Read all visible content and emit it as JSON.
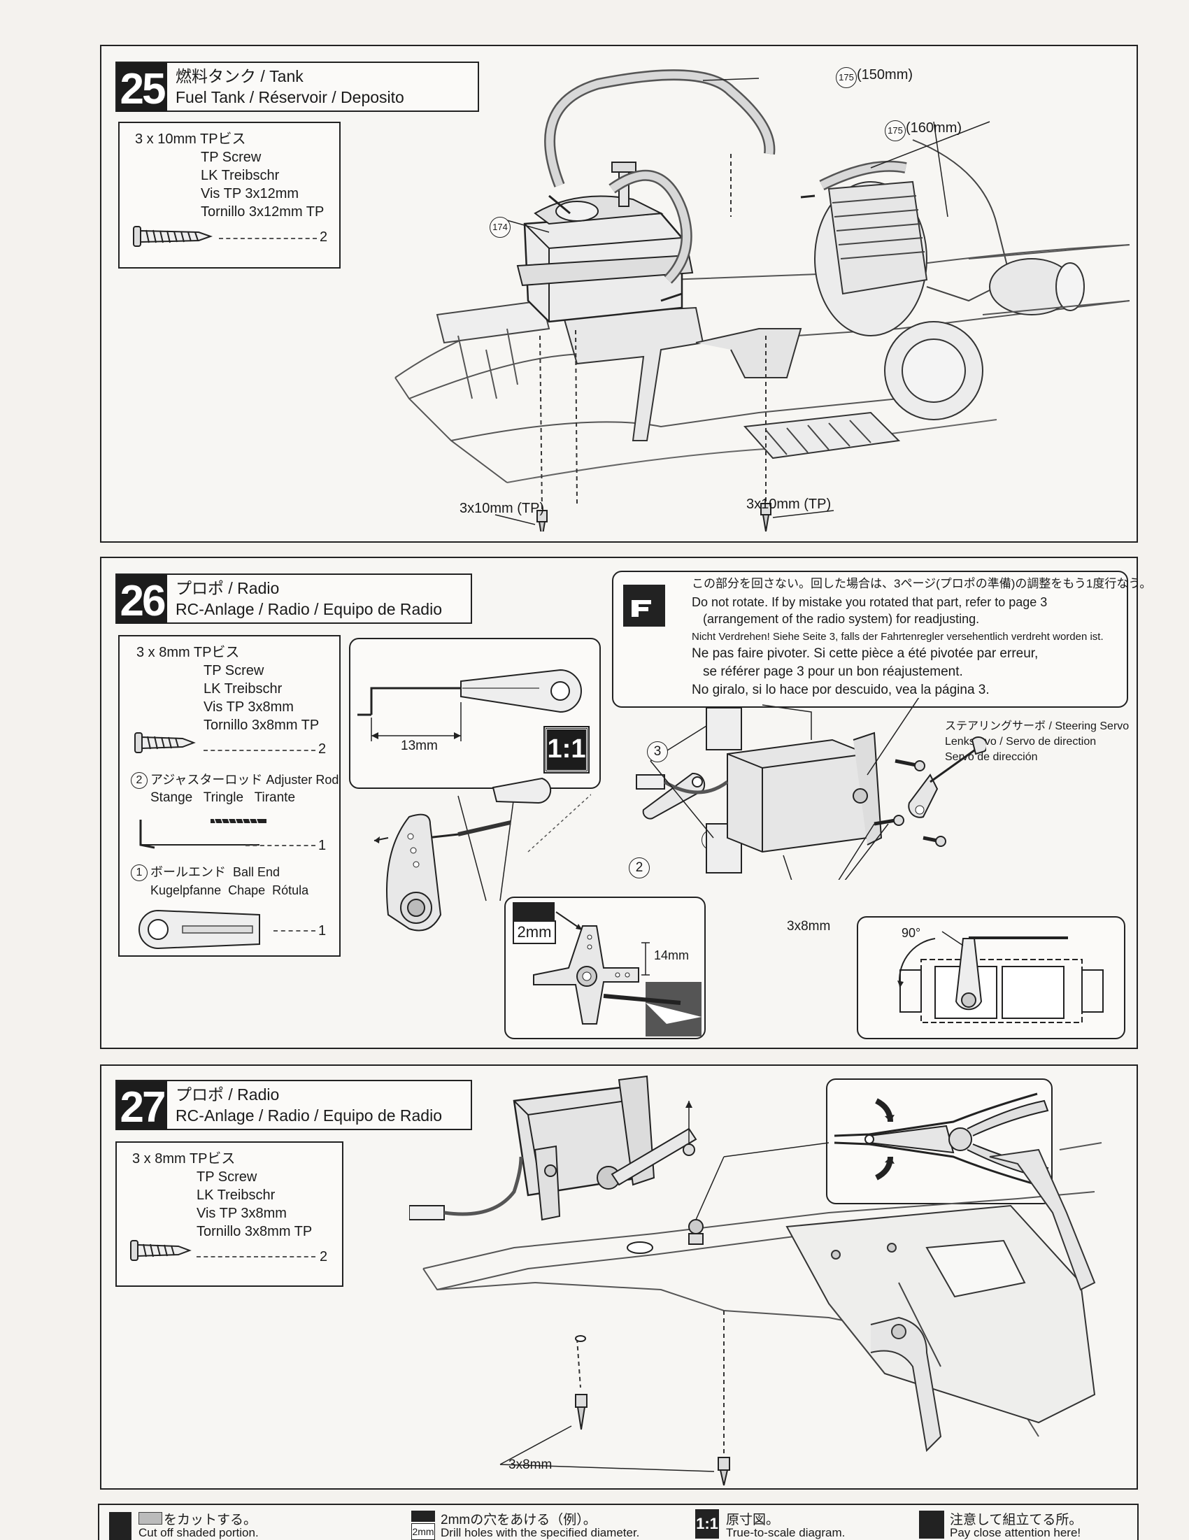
{
  "step25": {
    "number": "25",
    "title_jp": "燃料タンク / Tank",
    "title_multi": "Fuel Tank / Réservoir / Deposito",
    "parts": {
      "size": "3 x 10mm TPビス",
      "names": [
        "TP Screw",
        "LK Treibschr",
        "Vis TP 3x12mm",
        "Tornillo 3x12mm TP"
      ],
      "qty": "2"
    },
    "callouts": {
      "part174": "174",
      "tube150_num": "175",
      "tube150": "(150mm)",
      "tube160_num": "175",
      "tube160": "(160mm)",
      "screw_left": "3x10mm (TP)",
      "screw_right": "3x10mm (TP)"
    }
  },
  "step26": {
    "number": "26",
    "title_jp": "プロポ / Radio",
    "title_multi": "RC-Anlage / Radio / Equipo de Radio",
    "parts": {
      "size": "3 x 8mm TPビス",
      "names": [
        "TP Screw",
        "LK Treibschr",
        "Vis TP 3x8mm",
        "Tornillo 3x8mm TP"
      ],
      "qty": "2",
      "rod_num": "2",
      "rod_title": "アジャスターロッド  Adjuster Rod",
      "rod_names": "Stange   Tringle   Tirante",
      "rod_qty": "1",
      "ball_num": "1",
      "ball_title": "ボールエンド  Ball End",
      "ball_names": "Kugelpfanne  Chape  Rótula",
      "ball_qty": "1"
    },
    "warning": {
      "jp": "この部分を回さない。回した場合は、3ページ(プロポの準備)の調整をもう1度行なう。",
      "en1": "Do not rotate. If by mistake you rotated that part, refer to page 3",
      "en2": "(arrangement of the radio system) for readjusting.",
      "de": "Nicht Verdrehen! Siehe Seite 3, falls der Fahrtenregler versehentlich verdreht worden ist.",
      "fr1": "Ne pas faire pivoter. Si cette pièce a été pivotée par erreur,",
      "fr2": "se référer page 3 pour un bon réajustement.",
      "es": "No giralo, si lo hace por descuido, vea la página 3."
    },
    "servo_label": {
      "l1": "ステアリングサーボ / Steering Servo",
      "l2": "Lenkservo / Servo de direction",
      "l3": "Servo de dirección"
    },
    "dims": {
      "rod_len": "13mm",
      "scale": "1:1",
      "drill": "2mm",
      "horn_hole": "14mm",
      "screws": "3x8mm",
      "angle": "90°"
    },
    "callouts": {
      "c1": "1",
      "c2": "2",
      "c3": "3"
    }
  },
  "step27": {
    "number": "27",
    "title_jp": "プロポ / Radio",
    "title_multi": "RC-Anlage / Radio / Equipo de Radio",
    "parts": {
      "size": "3 x 8mm TPビス",
      "names": [
        "TP Screw",
        "LK Treibschr",
        "Vis TP 3x8mm",
        "Tornillo 3x8mm TP"
      ],
      "qty": "2"
    },
    "callouts": {
      "screws": "3x8mm"
    }
  },
  "footer": {
    "cut_jp": "をカットする。",
    "cut_en": "Cut off shaded portion.",
    "drill_jp": "2mmの穴をあける（例）。",
    "drill_icon": "2mm",
    "drill_en": "Drill holes with the specified diameter.",
    "scale_icon": "1:1",
    "scale_jp": "原寸図。",
    "scale_en": "True-to-scale diagram.",
    "attention_jp": "注意して組立てる所。",
    "attention_en": "Pay close attention here!"
  }
}
